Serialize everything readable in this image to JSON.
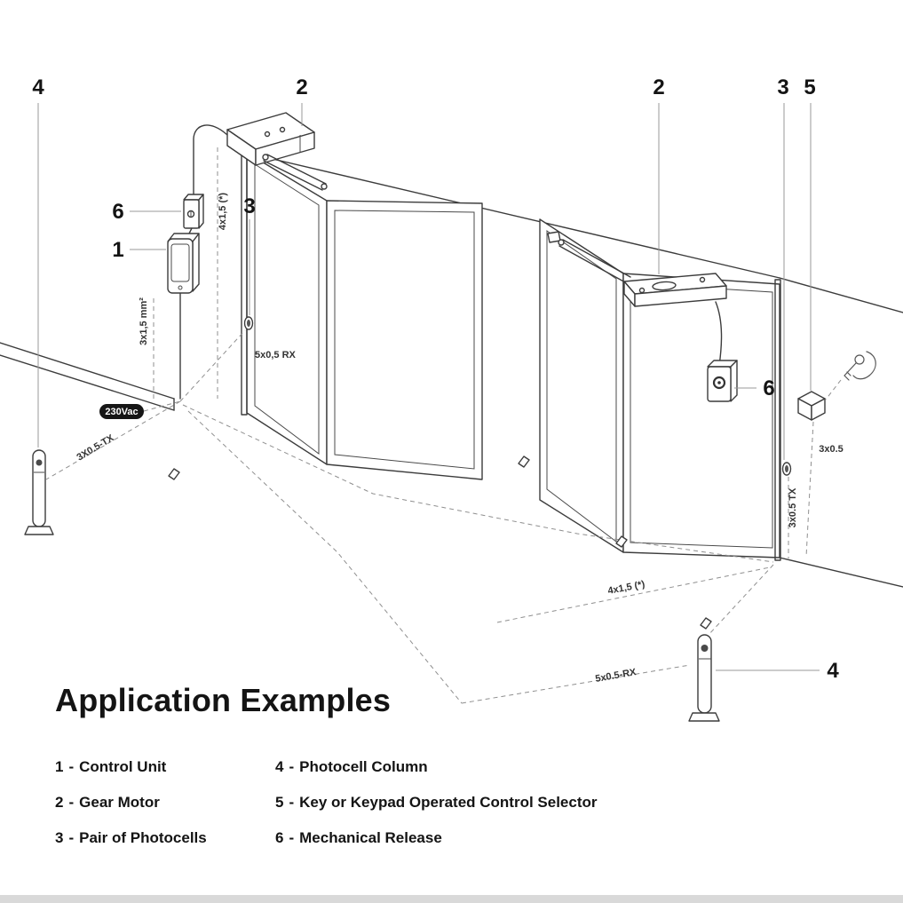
{
  "title": "Application Examples",
  "legend": {
    "separator": "-",
    "items": [
      {
        "num": "1",
        "label": "Control Unit"
      },
      {
        "num": "2",
        "label": "Gear Motor"
      },
      {
        "num": "3",
        "label": "Pair of Photocells"
      },
      {
        "num": "4",
        "label": "Photocell Column"
      },
      {
        "num": "5",
        "label": "Key or Keypad Operated Control Selector"
      },
      {
        "num": "6",
        "label": "Mechanical Release"
      }
    ]
  },
  "callouts": {
    "photocell_column_left": "4",
    "gear_motor_left": "2",
    "mechanical_release_left": "6",
    "control_unit": "1",
    "photocells_left": "3",
    "gear_motor_right": "2",
    "photocells_right": "3",
    "control_selector": "5",
    "mechanical_release_right": "6",
    "photocell_column_right": "4"
  },
  "wire_labels": {
    "motor_cable_left": "4x1,5 (*)",
    "power_supply": "3x1,5 mm²",
    "photocell_rx_left": "5x0,5 RX",
    "mains": "230Vac",
    "photocell_tx_left": "3X0.5-TX",
    "selector_cable": "3x0.5",
    "photocell_tx_right": "3x0.5 TX",
    "motor_cable_right": "4x1,5 (*)",
    "photocell_rx_right": "5x0.5-RX"
  },
  "colors": {
    "line": "#3c3c3c",
    "wire_dashed": "#8f8f8f",
    "text": "#141414",
    "badge_bg": "#161616",
    "badge_text": "#ffffff",
    "footer_bar": "#d9d9d9"
  }
}
